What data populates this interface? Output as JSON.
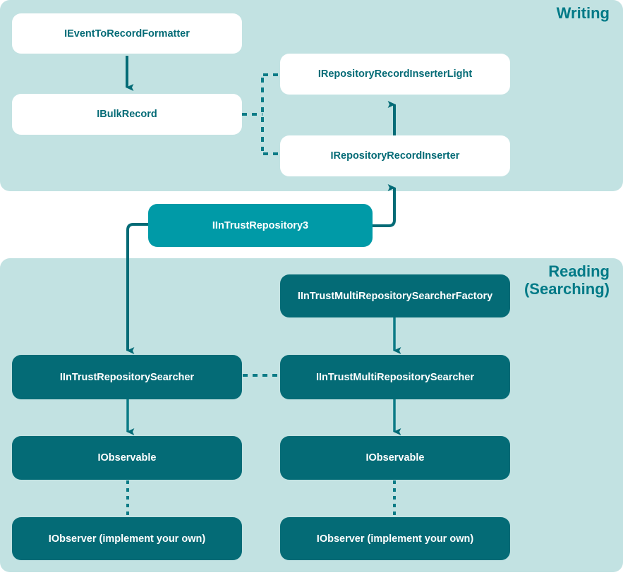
{
  "diagram": {
    "title_writing": "Writing",
    "title_reading": "Reading\n(Searching)",
    "colors": {
      "panel_background": "#c2e2e2",
      "node_white_fill": "#ffffff",
      "node_white_text": "#046b76",
      "node_teal_bright": "#009aa7",
      "node_teal_dark": "#046b76",
      "connector": "#046b76",
      "page_background": "#ffffff"
    },
    "panels": [
      {
        "id": "writing",
        "label": "Writing"
      },
      {
        "id": "reading",
        "label": "Reading (Searching)"
      }
    ],
    "nodes": [
      {
        "id": "event-to-record-formatter",
        "label": "IEventToRecordFormatter",
        "style": "white",
        "panel": "writing"
      },
      {
        "id": "bulk-record",
        "label": "IBulkRecord",
        "style": "white",
        "panel": "writing"
      },
      {
        "id": "repository-record-inserter-light",
        "label": "IRepositoryRecordInserterLight",
        "style": "white",
        "panel": "writing"
      },
      {
        "id": "repository-record-inserter",
        "label": "IRepositoryRecordInserter",
        "style": "white",
        "panel": "writing"
      },
      {
        "id": "intrust-repository3",
        "label": "IInTrustRepository3",
        "style": "teal-bright",
        "panel": "none"
      },
      {
        "id": "intrust-multi-repository-searcher-factory",
        "label": "IInTrustMultiRepositorySearcherFactory",
        "style": "teal-dark",
        "panel": "reading"
      },
      {
        "id": "intrust-repository-searcher",
        "label": "IInTrustRepositorySearcher",
        "style": "teal-dark",
        "panel": "reading"
      },
      {
        "id": "intrust-multi-repository-searcher",
        "label": "IInTrustMultiRepositorySearcher",
        "style": "teal-dark",
        "panel": "reading"
      },
      {
        "id": "observable-left",
        "label": "IObservable",
        "style": "teal-dark",
        "panel": "reading"
      },
      {
        "id": "observable-right",
        "label": "IObservable",
        "style": "teal-dark",
        "panel": "reading"
      },
      {
        "id": "observer-left",
        "label": "IObserver (implement your own)",
        "style": "teal-dark",
        "panel": "reading"
      },
      {
        "id": "observer-right",
        "label": "IObserver (implement your own)",
        "style": "teal-dark",
        "panel": "reading"
      }
    ],
    "connectors": [
      {
        "from": "event-to-record-formatter",
        "to": "bulk-record",
        "kind": "arrow"
      },
      {
        "from": "bulk-record",
        "to": "repository-record-inserter-light",
        "kind": "dashed-bracket"
      },
      {
        "from": "bulk-record",
        "to": "repository-record-inserter",
        "kind": "dashed-bracket"
      },
      {
        "from": "repository-record-inserter",
        "to": "repository-record-inserter-light",
        "kind": "arrow"
      },
      {
        "from": "intrust-repository3",
        "to": "repository-record-inserter",
        "kind": "elbow-arrow"
      },
      {
        "from": "intrust-repository3",
        "to": "intrust-repository-searcher",
        "kind": "elbow-arrow"
      },
      {
        "from": "intrust-multi-repository-searcher-factory",
        "to": "intrust-multi-repository-searcher",
        "kind": "arrow"
      },
      {
        "from": "intrust-repository-searcher",
        "to": "intrust-multi-repository-searcher",
        "kind": "dashed-link"
      },
      {
        "from": "intrust-repository-searcher",
        "to": "observable-left",
        "kind": "arrow"
      },
      {
        "from": "intrust-multi-repository-searcher",
        "to": "observable-right",
        "kind": "arrow"
      },
      {
        "from": "observable-left",
        "to": "observer-left",
        "kind": "dotted"
      },
      {
        "from": "observable-right",
        "to": "observer-right",
        "kind": "dotted"
      }
    ]
  }
}
